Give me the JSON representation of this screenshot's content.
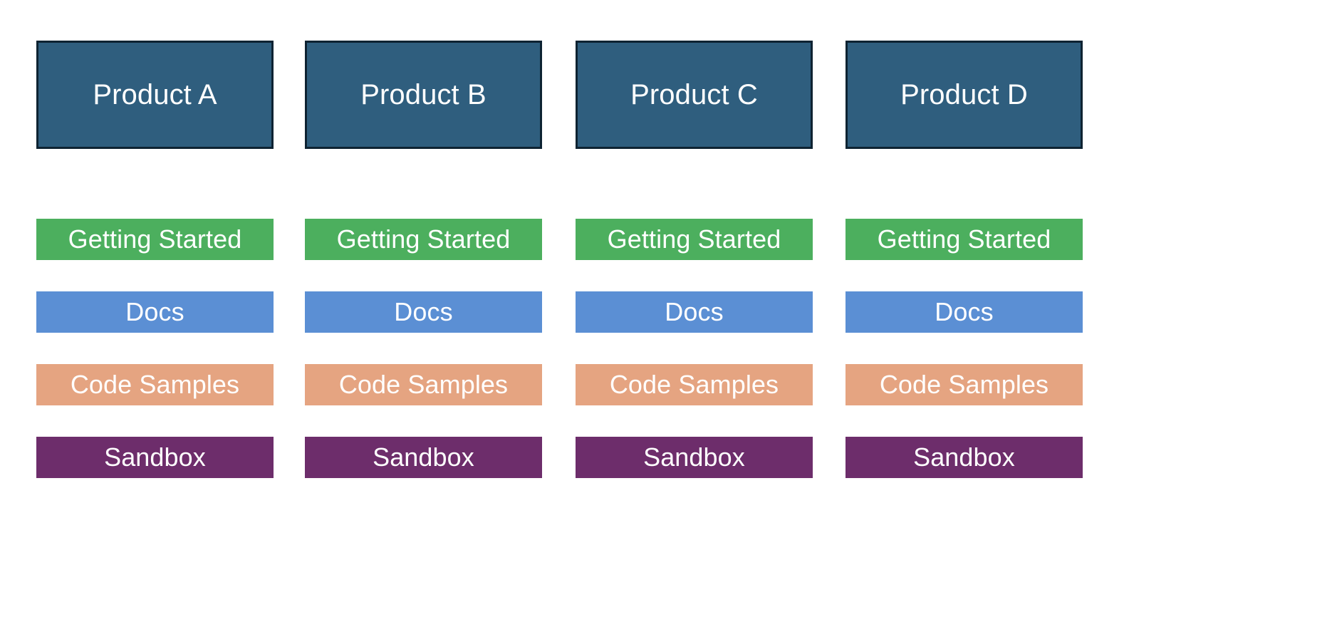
{
  "diagram": {
    "background_color": "#FFFFFF",
    "columns": [
      {
        "header": "Product A"
      },
      {
        "header": "Product B"
      },
      {
        "header": "Product C"
      },
      {
        "header": "Product D"
      }
    ],
    "header_style": {
      "fill": "#2F5E7E",
      "border": "#0E2332",
      "text_color": "#FFFFFF"
    },
    "rows": [
      {
        "key": "getting-started",
        "label": "Getting Started",
        "fill": "#4CAF5E",
        "text_color": "#FFFFFF"
      },
      {
        "key": "docs",
        "label": "Docs",
        "fill": "#5B8FD4",
        "text_color": "#FFFFFF"
      },
      {
        "key": "code-samples",
        "label": "Code Samples",
        "fill": "#E5A481",
        "text_color": "#FFFFFF"
      },
      {
        "key": "sandbox",
        "label": "Sandbox",
        "fill": "#6D2D6B",
        "text_color": "#FFFFFF"
      }
    ],
    "cells": {
      "getting-started": [
        "Getting Started",
        "Getting Started",
        "Getting Started",
        "Getting Started"
      ],
      "docs": [
        "Docs",
        "Docs",
        "Docs",
        "Docs"
      ],
      "code-samples": [
        "Code Samples",
        "Code Samples",
        "Code Samples",
        "Code Samples"
      ],
      "sandbox": [
        "Sandbox",
        "Sandbox",
        "Sandbox",
        "Sandbox"
      ]
    }
  }
}
